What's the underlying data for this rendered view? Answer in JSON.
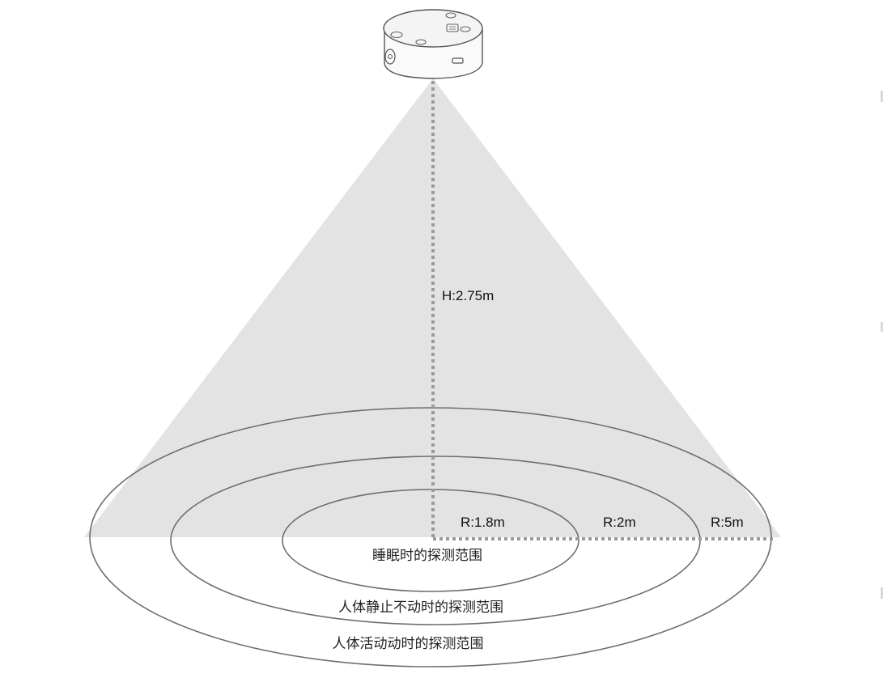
{
  "diagram": {
    "height_label": "H:2.75m",
    "ranges": [
      {
        "radius_label": "R:1.8m",
        "description": "睡眠时的探测范围"
      },
      {
        "radius_label": "R:2m",
        "description": "人体静止不动时的探测范围"
      },
      {
        "radius_label": "R:5m",
        "description": "人体活动动时的探测范围"
      }
    ],
    "device_icon": "ceiling-radar-sensor-icon",
    "colors": {
      "cone_fill": "#e3e3e3",
      "ellipse_stroke": "#6e6e6e",
      "dotted_line": "#9a9a9a",
      "device_stroke": "#555555",
      "text": "#111111"
    }
  }
}
